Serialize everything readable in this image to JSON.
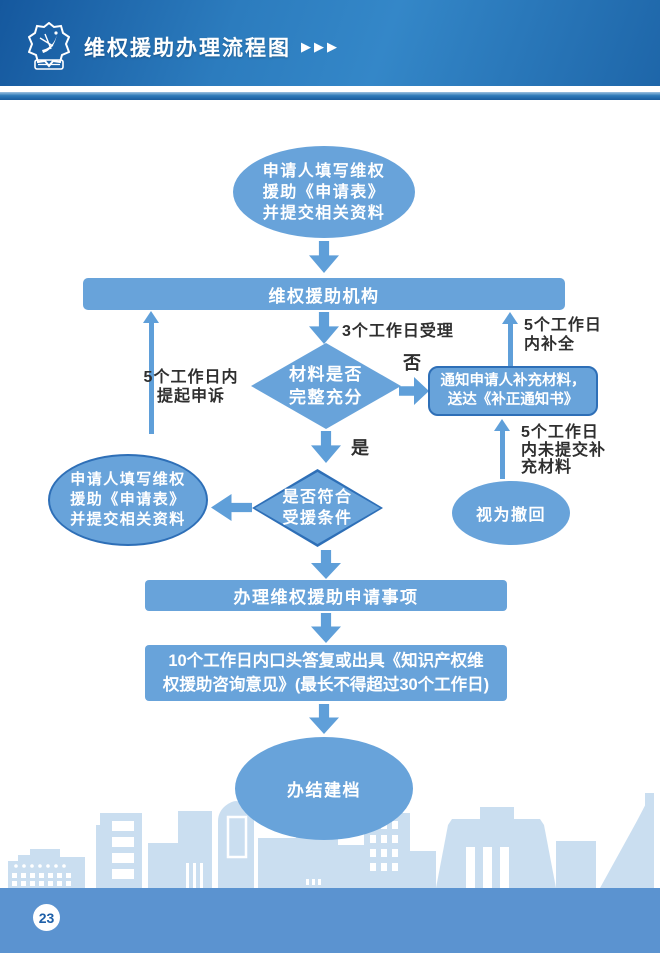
{
  "header": {
    "title": "维权援助办理流程图",
    "arrows": "▶▶▶"
  },
  "colors": {
    "shape_fill": "#68a3da",
    "shape_border": "#2e6fb7",
    "arrow_blue": "#5f9fd9",
    "header_blue": "#2c7cbe",
    "footer_blue": "#5b93d0",
    "skyline_blue": "#cadef0",
    "label_text": "#2f2f2f"
  },
  "flow": {
    "start": {
      "lines": [
        "申请人填写维权",
        "援助《申请表》",
        "并提交相关资料"
      ]
    },
    "agency": {
      "label": "维权援助机构"
    },
    "labels": {
      "accept": "3个工作日受理",
      "appeal_l1": "5个工作日内",
      "appeal_l2": "提起申诉",
      "supplement_l1": "5个工作日",
      "supplement_l2": "内补全",
      "no": "否",
      "yes": "是",
      "nosubmit_l1": "5个工作日",
      "nosubmit_l2": "内未提交补",
      "nosubmit_l3": "充材料"
    },
    "check_materials": {
      "lines": [
        "材料是否",
        "完整充分"
      ]
    },
    "notify": {
      "lines": [
        "通知申请人补充材料，",
        "送达《补正通知书》"
      ]
    },
    "check_eligible": {
      "lines": [
        "是否符合",
        "受援条件"
      ]
    },
    "reapply": {
      "lines": [
        "申请人填写维权",
        "援助《申请表》",
        "并提交相关资料"
      ]
    },
    "withdraw": {
      "label": "视为撤回"
    },
    "handle": {
      "label": "办理维权援助申请事项"
    },
    "reply": {
      "lines": [
        "10个工作日内口头答复或出具《知识产权维",
        "权援助咨询意见》(最长不得超过30个工作日)"
      ]
    },
    "finish": {
      "label": "办结建档"
    }
  },
  "footer": {
    "page_number": "23"
  }
}
